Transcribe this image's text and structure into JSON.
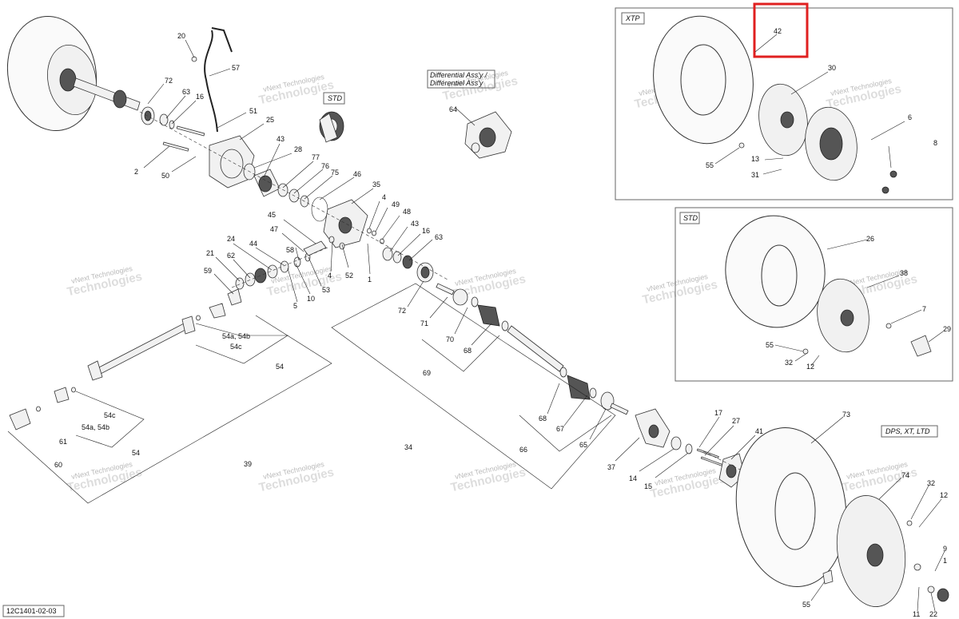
{
  "diagram_code": "12C1401-02-03",
  "panels": {
    "xtp": {
      "label": "XTP"
    },
    "std": {
      "label": "STD"
    },
    "dps": {
      "label": "DPS, XT, LTD"
    },
    "std_small": {
      "label": "STD"
    },
    "differential": {
      "label_line1": "Differential Ass'y /",
      "label_line2": "Différentiel Ass'y"
    }
  },
  "highlight": {
    "label": "42",
    "color": "#e02020"
  },
  "watermark": {
    "line1": "vNext Technologies",
    "line2": "Technologies"
  },
  "callouts": [
    "20",
    "57",
    "72",
    "63",
    "16",
    "51",
    "25",
    "STD",
    "28",
    "43",
    "77",
    "76",
    "75",
    "46",
    "35",
    "4",
    "49",
    "48",
    "43",
    "16",
    "63",
    "45",
    "47",
    "58",
    "24",
    "44",
    "21",
    "62",
    "59",
    "53",
    "10",
    "5",
    "52",
    "1",
    "4",
    "72",
    "71",
    "70",
    "68",
    "69",
    "54a, 54b",
    "54c",
    "54",
    "54c",
    "54a, 54b",
    "54",
    "61",
    "60",
    "39",
    "34",
    "68",
    "67",
    "66",
    "65",
    "37",
    "14",
    "15",
    "17",
    "27",
    "41",
    "2",
    "50",
    "64",
    "42",
    "30",
    "6",
    "8",
    "55",
    "13",
    "31",
    "26",
    "38",
    "7",
    "29",
    "55",
    "32",
    "12",
    "73",
    "74",
    "32",
    "12",
    "55",
    "9",
    "22",
    "11",
    "1"
  ]
}
